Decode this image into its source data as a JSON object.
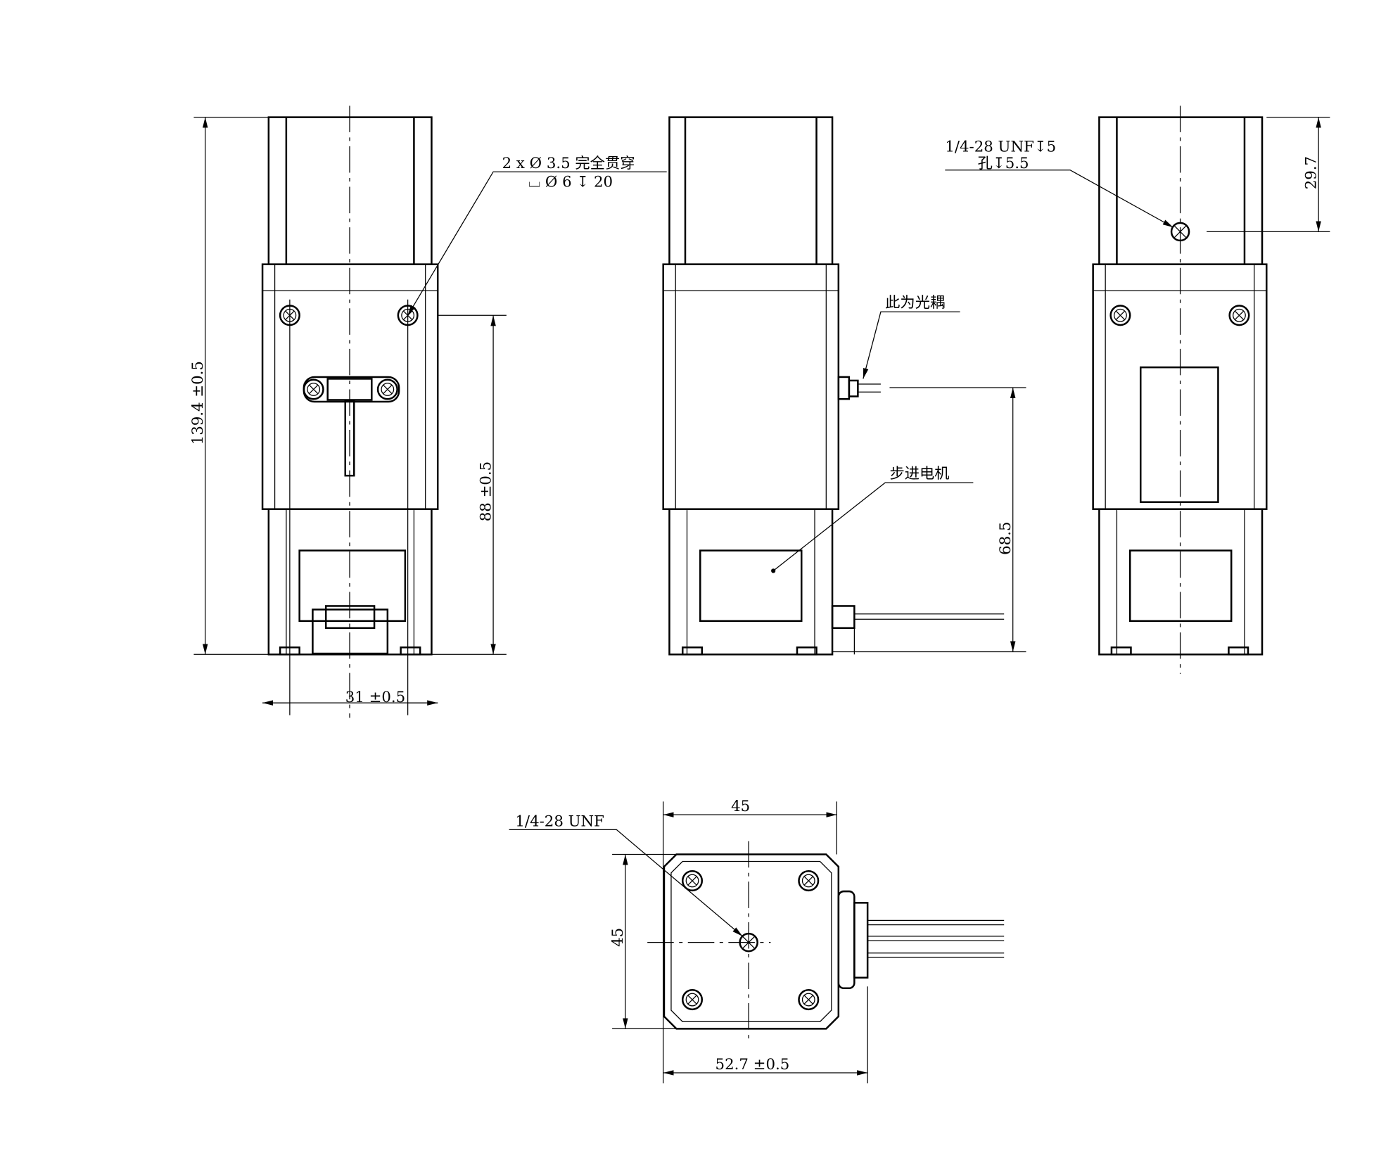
{
  "front_view": {
    "hole_note_line1": "2 x Ø 3.5 完全贯穿",
    "hole_note_line2": "⌴ Ø 6 ↧ 20",
    "dim_height_total": "139.4 ±0.5",
    "dim_height_hole": "88 ±0.5",
    "dim_hole_spacing": "31 ±0.5"
  },
  "side_view": {
    "label_optocoupler": "此为光耦",
    "label_stepper_motor": "步进电机",
    "dim_optocoupler_height": "68.5"
  },
  "rear_view": {
    "thread_note_line1": "1/4-28 UNF↧5",
    "thread_note_line2": "孔↧5.5",
    "dim_hole_from_top": "29.7"
  },
  "bottom_view": {
    "thread_note": "1/4-28 UNF",
    "dim_width": "45",
    "dim_depth": "45",
    "dim_overall_width": "52.7 ±0.5"
  }
}
